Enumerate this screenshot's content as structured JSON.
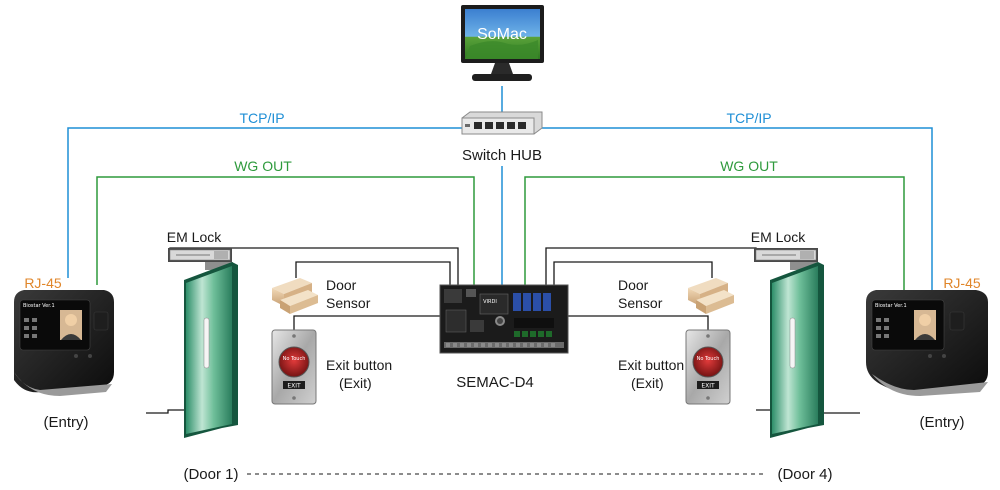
{
  "diagram": {
    "monitor_label": "SoMac",
    "switch_label": "Switch HUB",
    "controller_label": "SEMAC-D4",
    "tcpip_left": "TCP/IP",
    "tcpip_right": "TCP/IP",
    "wgout_left": "WG OUT",
    "wgout_right": "WG OUT",
    "rj45_left": "RJ-45",
    "rj45_right": "RJ-45",
    "emlock_left": "EM Lock",
    "emlock_right": "EM Lock",
    "door_sensor_left": [
      "Door",
      "Sensor"
    ],
    "door_sensor_right": [
      "Door",
      "Sensor"
    ],
    "exit_button_left": [
      "Exit button",
      "(Exit)"
    ],
    "exit_button_right": [
      "Exit button",
      "(Exit)"
    ],
    "reader_left_label": "(Entry)",
    "reader_right_label": "(Entry)",
    "door1_label": "(Door 1)",
    "door4_label": "(Door 4)",
    "exit_button_face_text": "EXIT",
    "exit_button_top_text": "No Touch",
    "controller_brand": "VIRDI",
    "reader_screen_text": "Biostar Ver.1",
    "colors": {
      "tcpip_line": "#1f8fd6",
      "wg_line": "#2e9a3c",
      "rj45_text": "#e0862a",
      "wire": "#1a1a1a"
    }
  }
}
